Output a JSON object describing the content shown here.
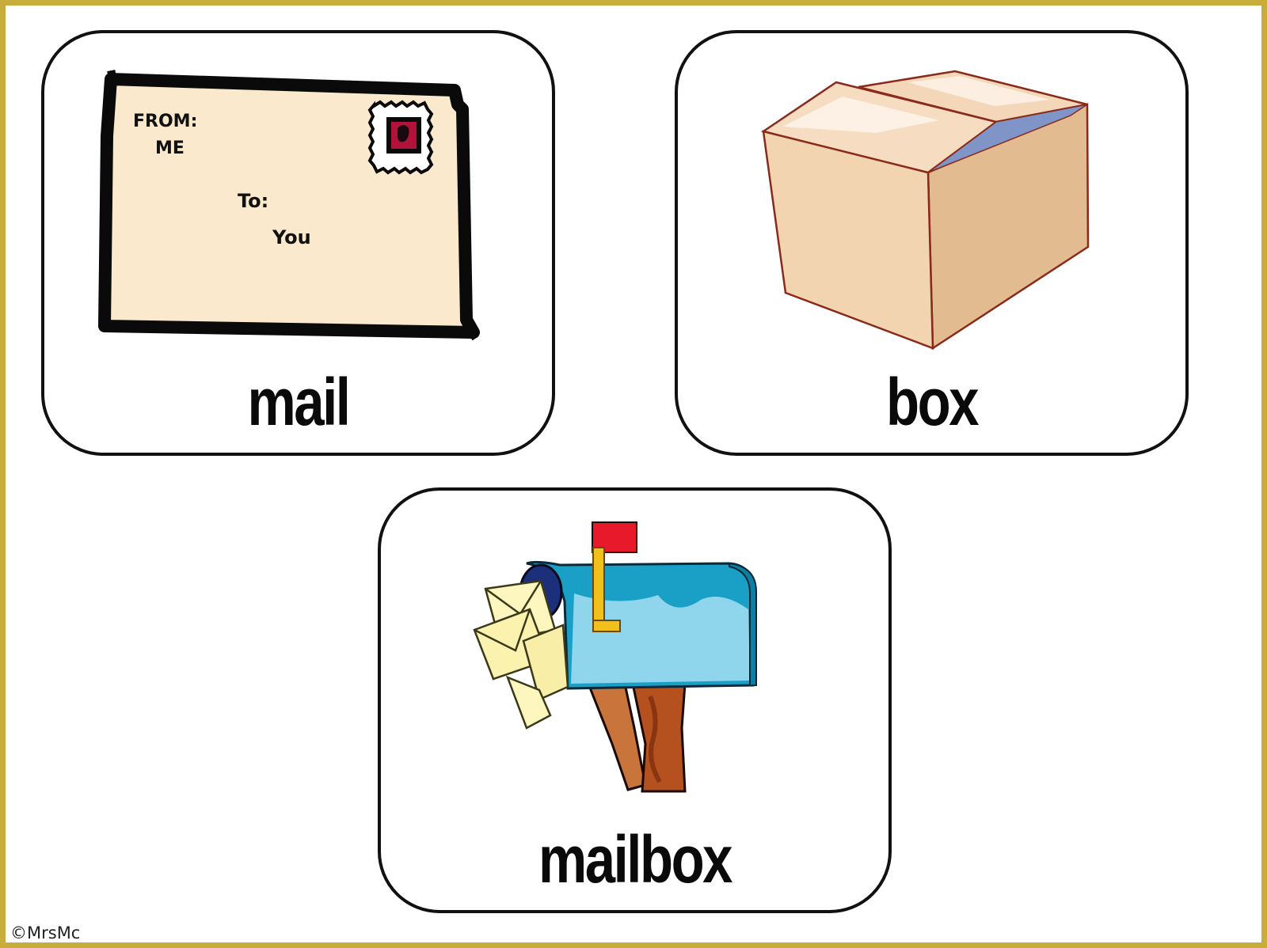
{
  "cards": [
    {
      "word": "mail",
      "picture": "envelope-icon",
      "envelope_text": {
        "from": "FROM:",
        "from_name": "ME",
        "to": "To:",
        "to_name": "You"
      }
    },
    {
      "word": "box",
      "picture": "cardboard-box-icon"
    },
    {
      "word": "mailbox",
      "picture": "mailbox-icon"
    }
  ],
  "copyright": "©MrsMc",
  "colors": {
    "border": "#c9ad3a",
    "card_outline": "#111111",
    "envelope_fill": "#fae9cc",
    "box_front": "#f2d4b0",
    "box_side": "#e3bb91",
    "mailbox_body": "#1a9fc6",
    "mailbox_highlight": "#8fd6ec",
    "flag_red": "#e8192b",
    "flag_pole": "#f2c01a",
    "post": "#b75a2a"
  }
}
